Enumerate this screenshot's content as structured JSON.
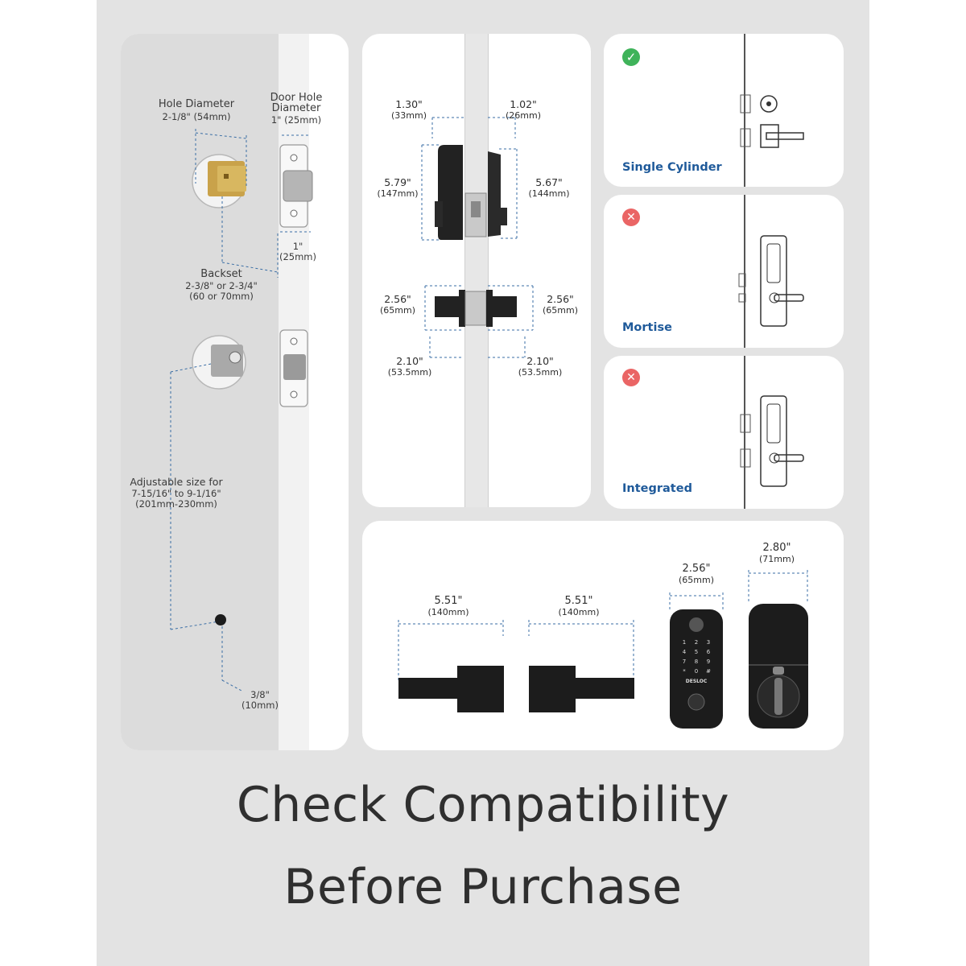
{
  "headline": {
    "line1": "Check Compatibility",
    "line2": "Before Purchase"
  },
  "installation": {
    "hole_diameter": "Hole Diameter",
    "hole_diameter_value": "2-1/8\" (54mm)",
    "door_hole_diameter_line1": "Door Hole",
    "door_hole_diameter_line2": "Diameter",
    "door_hole_diameter_value": "1\" (25mm)",
    "latch_value_1": "1\"",
    "latch_value_2": "(25mm)",
    "backset": "Backset",
    "backset_value_1": "2-3/8\" or 2-3/4\"",
    "backset_value_2": "(60 or 70mm)",
    "adjustable_line1": "Adjustable size for",
    "adjustable_line2": "7-15/16\" to 9-1/16\"",
    "adjustable_line3": "(201mm-230mm)",
    "small_hole_value": "3/8\"",
    "small_hole_mm": "(10mm)"
  },
  "side_dimensions": {
    "d1": "1.30\"",
    "d1_mm": "(33mm)",
    "d2": "1.02\"",
    "d2_mm": "(26mm)",
    "d3": "5.79\"",
    "d3_mm": "(147mm)",
    "d4": "5.67\"",
    "d4_mm": "(144mm)",
    "d5": "2.56\"",
    "d5_mm": "(65mm)",
    "d6": "2.56\"",
    "d6_mm": "(65mm)",
    "d7": "2.10\"",
    "d7_mm": "(53.5mm)",
    "d8": "2.10\"",
    "d8_mm": "(53.5mm)"
  },
  "compatibility": [
    {
      "label": "Single Cylinder",
      "status": "compatible",
      "icon": "check-icon"
    },
    {
      "label": "Mortise",
      "status": "incompatible",
      "icon": "cross-icon"
    },
    {
      "label": "Integrated",
      "status": "incompatible",
      "icon": "cross-icon"
    }
  ],
  "product_dimensions": {
    "lever1": "5.51\"",
    "lever1_mm": "(140mm)",
    "lever2": "5.51\"",
    "lever2_mm": "(140mm)",
    "front_width": "2.56\"",
    "front_width_mm": "(65mm)",
    "back_width": "2.80\"",
    "back_width_mm": "(71mm)",
    "brand": "DESLOC"
  },
  "colors": {
    "background_frame": "#e3e3e3",
    "panel": "#ffffff",
    "accent_blue": "#1f5a9a",
    "check_green": "#3fb35a",
    "cross_red": "#ea6565",
    "hardware_black": "#1c1c1c"
  }
}
